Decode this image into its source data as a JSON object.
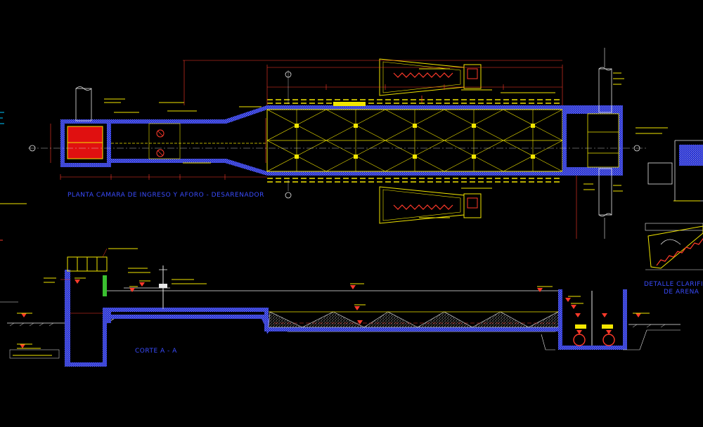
{
  "plan_title": "PLANTA CAMARA DE INGRESO Y AFORO - DESARENADOR",
  "section_title": "CORTE A - A",
  "detail_title": [
    "DETALLE CLARIFICADO",
    "DE ARENA"
  ],
  "colors": {
    "background": "#000000",
    "wall": "#2f3dff",
    "structure": "#f2e600",
    "dimension": "#ff3a2a",
    "text_white": "#e8e8e8",
    "fill_red": "#e01010"
  }
}
